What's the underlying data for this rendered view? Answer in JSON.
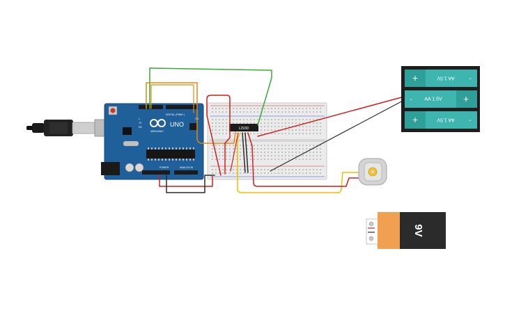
{
  "arduino": {
    "logo": "ARDUINO",
    "model": "UNO",
    "digital_label": "DIGITAL (PWM~)",
    "power_label": "POWER",
    "analog_label": "ANALOG IN",
    "led_tx": "TX",
    "led_rx": "RX",
    "led_l": "L",
    "led_on": "ON"
  },
  "chip": {
    "label": "L293D"
  },
  "battery_pack": {
    "cells": [
      {
        "label": "AA 1.5V",
        "flipped": true
      },
      {
        "label": "AA 1.5V",
        "flipped": false
      },
      {
        "label": "AA 1.5V",
        "flipped": true
      }
    ],
    "plus": "+",
    "minus": "-"
  },
  "battery_9v": {
    "label": "9V"
  },
  "colors": {
    "board": "#1f5f9a",
    "board_dark": "#164a7a",
    "breadboard": "#ebebeb",
    "wire_red": "#cc1f1f",
    "wire_green": "#3aaa35",
    "wire_orange": "#e08a12",
    "wire_yellow": "#e6c200",
    "wire_black": "#2a2a2a",
    "cell": "#3fb5b0",
    "battery_9v_orange": "#f0a050"
  }
}
